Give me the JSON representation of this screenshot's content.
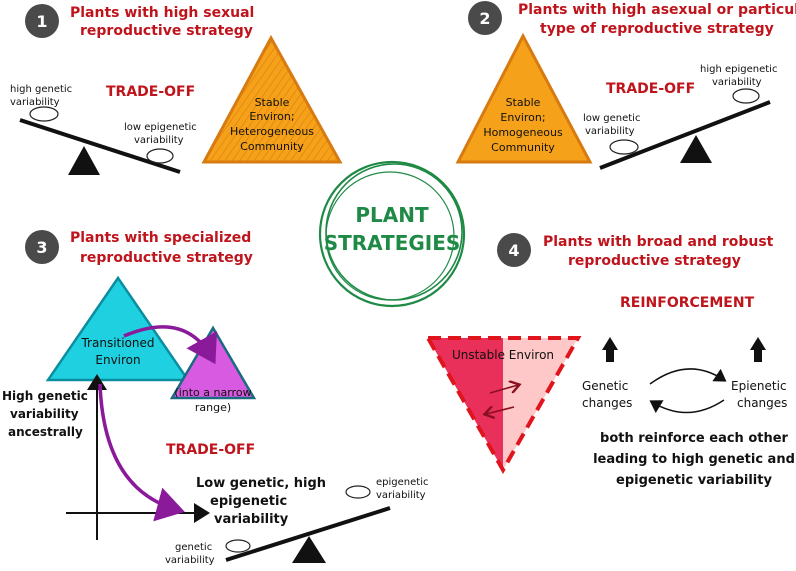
{
  "center": {
    "line1": "PLANT",
    "line2": "STRATEGIES"
  },
  "q1": {
    "num": "1",
    "title1": "Plants with high sexual",
    "title2": "reproductive strategy",
    "tradeoff": "TRADE-OFF",
    "left1": "high genetic",
    "left2": "variability",
    "right1": "low epigenetic",
    "right2": "variability",
    "tri1": "Stable",
    "tri2": "Environ;",
    "tri3": "Heterogeneous",
    "tri4": "Community"
  },
  "q2": {
    "num": "2",
    "title1": "Plants with high asexual or particular",
    "title2": "type of reproductive strategy",
    "tradeoff": "TRADE-OFF",
    "left1": "low genetic",
    "left2": "variability",
    "right1": "high epigenetic",
    "right2": "variability",
    "tri1": "Stable",
    "tri2": "Environ;",
    "tri3": "Homogeneous",
    "tri4": "Community"
  },
  "q3": {
    "num": "3",
    "title1": "Plants with specialized",
    "title2": "reproductive strategy",
    "big1": "Transitioned",
    "big2": "Environ",
    "small1": "(into a narrow",
    "small2": "range)",
    "hg1": "High genetic",
    "hg2": "variability",
    "hg3": "ancestrally",
    "tradeoff": "TRADE-OFF",
    "low1": "Low genetic, high",
    "low2": "epigenetic",
    "low3": "variability",
    "gen1": "genetic",
    "gen2": "variability",
    "epi1": "epigenetic",
    "epi2": "variability"
  },
  "q4": {
    "num": "4",
    "title1": "Plants with broad and robust",
    "title2": "reproductive strategy",
    "reinforce": "REINFORCEMENT",
    "unstable": "Unstable Environ",
    "gen1": "Genetic",
    "gen2": "changes",
    "epi1": "Epienetic",
    "epi2": "changes",
    "foot1": "both reinforce each other",
    "foot2": "leading to high genetic and",
    "foot3": "epigenetic variability"
  },
  "colors": {
    "red": "#c0141c",
    "green": "#1f8a46",
    "orange": "#f5a21a",
    "cyan": "#1fd0e0",
    "magenta": "#d75ae0",
    "purple": "#8a1a9a",
    "pink": "#e8305a",
    "lightpink": "#ffc8c8"
  }
}
